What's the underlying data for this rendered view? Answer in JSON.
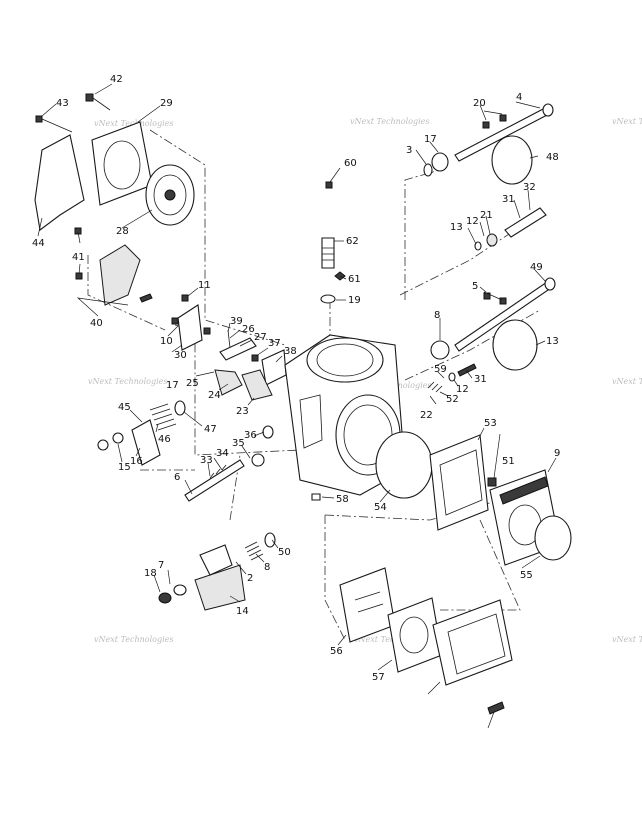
{
  "watermark": "vNext Technologies",
  "callouts": [
    "42",
    "43",
    "29",
    "44",
    "28",
    "41",
    "40",
    "11",
    "10",
    "30",
    "39",
    "26",
    "27",
    "37",
    "38",
    "25",
    "17",
    "24",
    "23",
    "45",
    "47",
    "46",
    "16",
    "15",
    "36",
    "35",
    "34",
    "33",
    "6",
    "7",
    "18",
    "2",
    "8",
    "50",
    "14",
    "60",
    "62",
    "61",
    "19",
    "4",
    "20",
    "17",
    "3",
    "48",
    "32",
    "31",
    "13",
    "12",
    "21",
    "49",
    "5",
    "8",
    "13",
    "59",
    "12",
    "31",
    "52",
    "22",
    "53",
    "51",
    "9",
    "58",
    "54",
    "55",
    "56",
    "57"
  ]
}
